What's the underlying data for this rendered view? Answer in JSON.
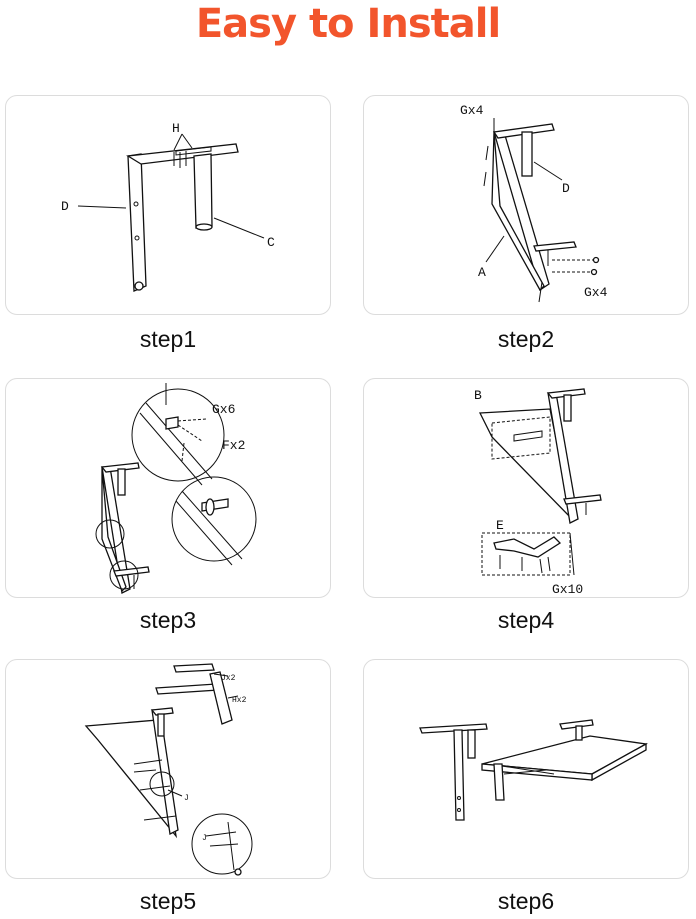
{
  "title": "Easy to Install",
  "steps": [
    {
      "caption": "step1",
      "labels": {
        "h": "H",
        "d": "D",
        "c": "C"
      }
    },
    {
      "caption": "step2",
      "labels": {
        "g_top": "Gx4",
        "d": "D",
        "a": "A",
        "g_bottom": "Gx4"
      }
    },
    {
      "caption": "step3",
      "labels": {
        "g": "Gx6",
        "f": "Fx2"
      }
    },
    {
      "caption": "step4",
      "labels": {
        "b": "B",
        "e": "E",
        "g": "Gx10"
      }
    },
    {
      "caption": "step5",
      "labels": {
        "j_top": "Jx2",
        "h": "Hx2",
        "j_mid": "J",
        "j_zoom": "J"
      }
    },
    {
      "caption": "step6",
      "labels": {}
    }
  ],
  "colors": {
    "title": "#f2552c",
    "border": "#dcdcdc",
    "line": "#111111"
  }
}
